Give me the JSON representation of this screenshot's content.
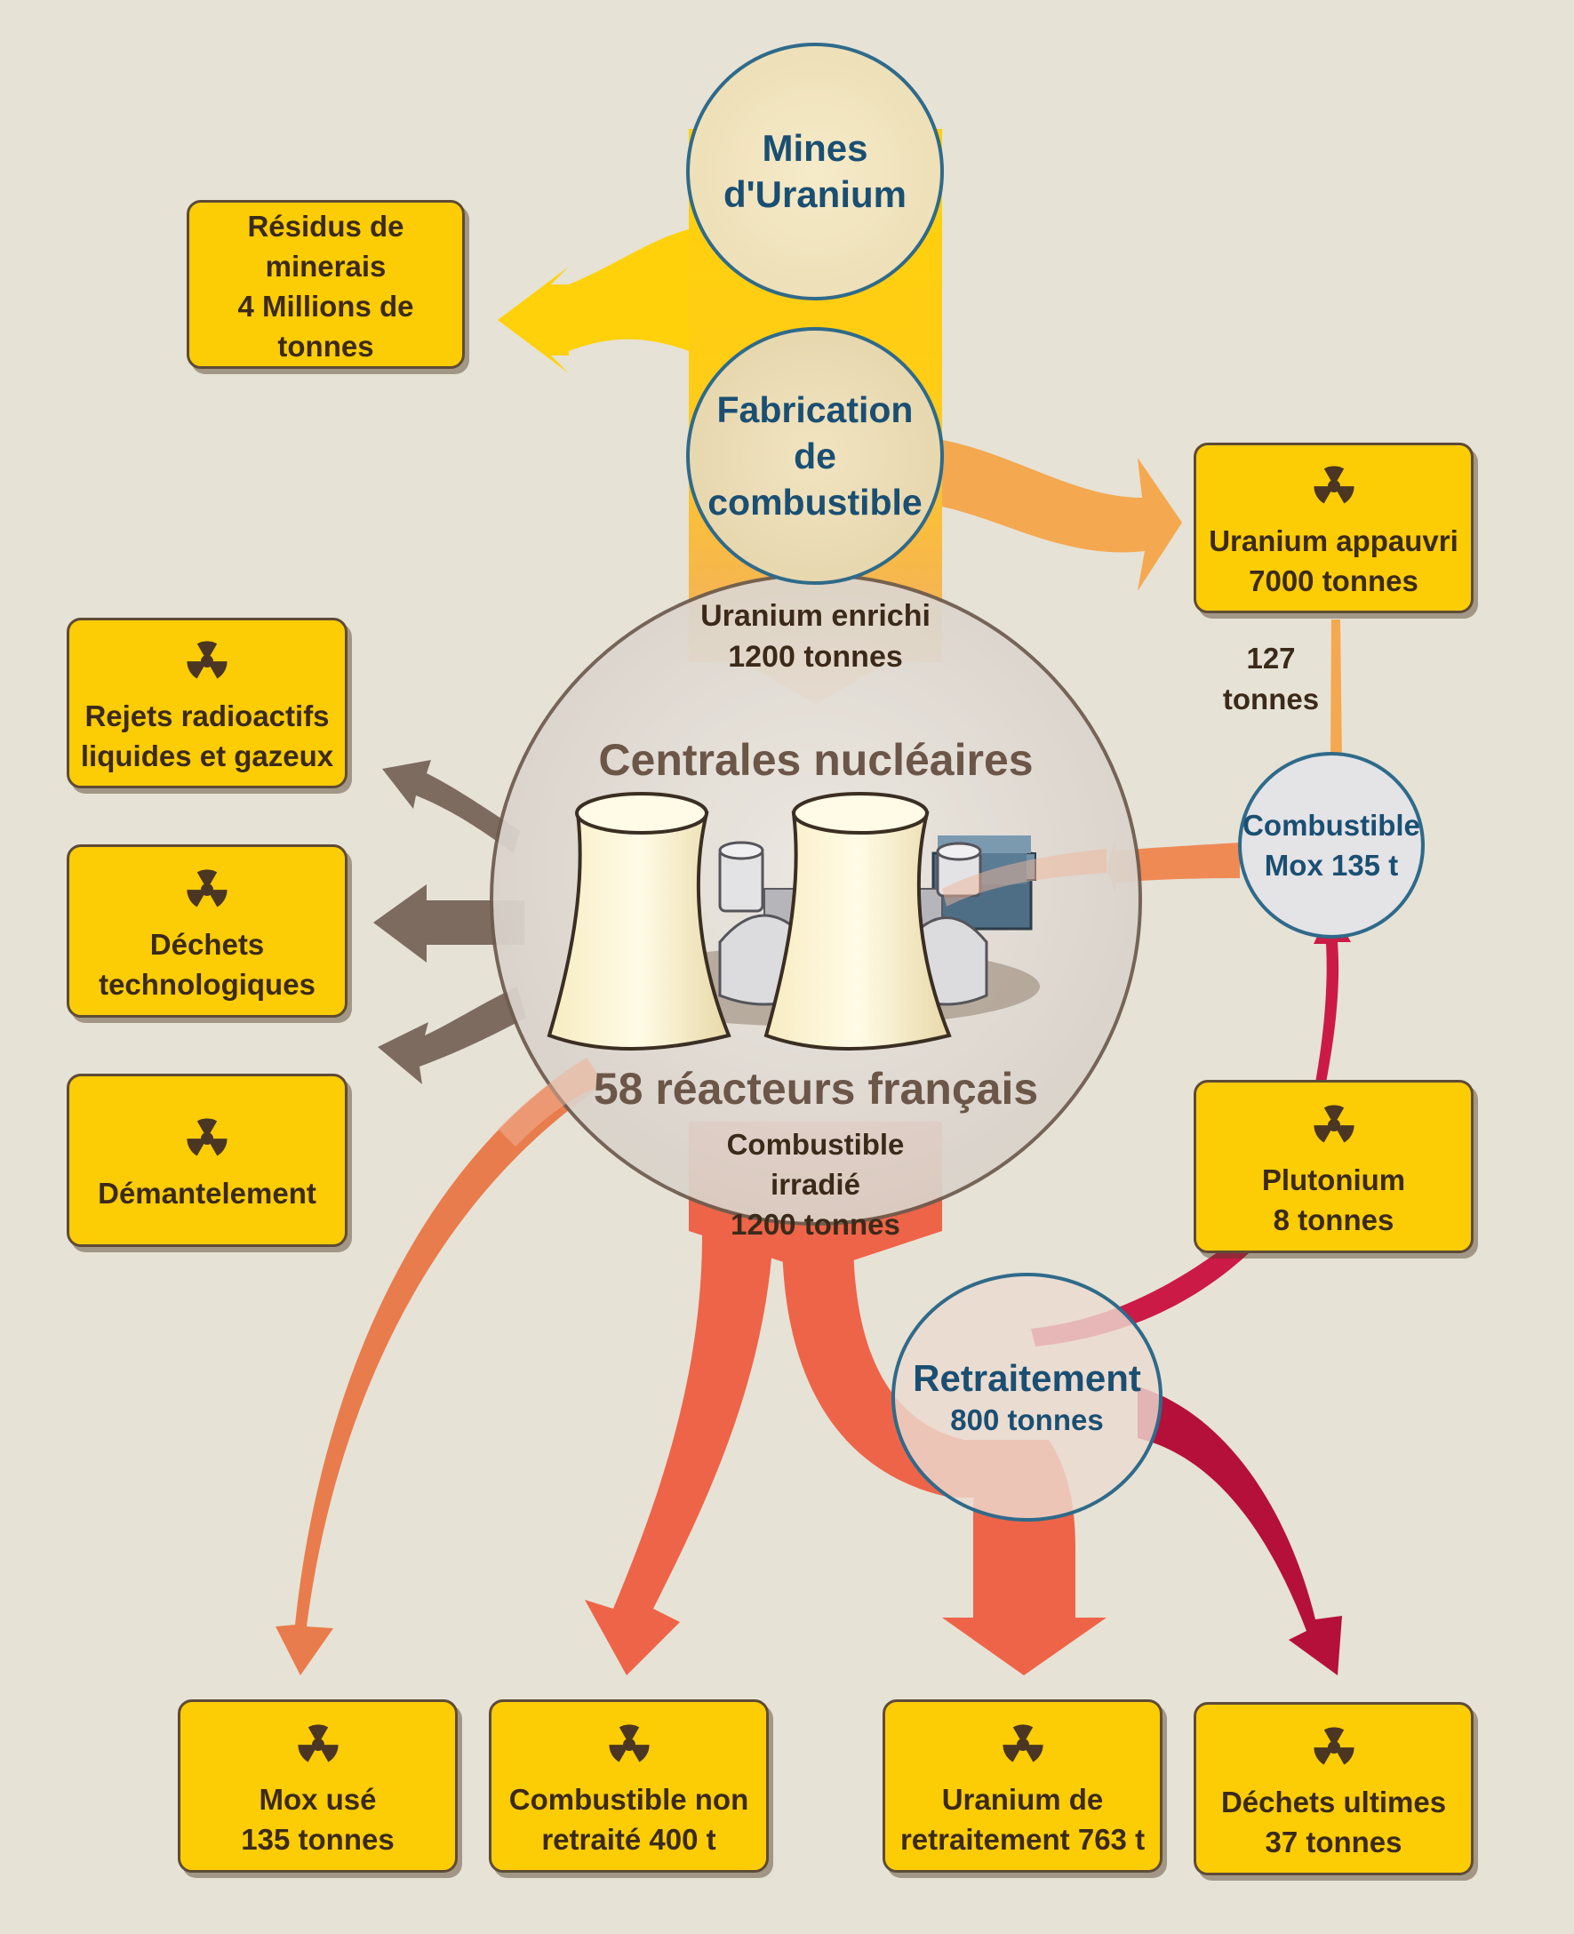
{
  "source": {
    "mines": "Mines\nd'Uranium",
    "fabrication": "Fabrication\nde\ncombustible"
  },
  "flows": {
    "enriched": "Uranium enrichi\n1200 tonnes",
    "irradiated": "Combustible\nirradié\n1200 tonnes",
    "depleted_to_mox": "127\ntonnes"
  },
  "plant": {
    "title": "Centrales nucléaires",
    "subtitle": "58 réacteurs français"
  },
  "mox": "Combustible\nMox 135 t",
  "reprocessing": {
    "title": "Retraitement",
    "amount": "800 tonnes"
  },
  "boxes": {
    "residues": "Résidus de minerais\n4 Millions de tonnes",
    "depleted": "Uranium appauvri\n7000 tonnes",
    "releases": "Rejets radioactifs\nliquides et gazeux",
    "tech_waste": "Déchets\ntechnologiques",
    "dismantling": "Démantelement",
    "plutonium": "Plutonium\n8 tonnes",
    "used_mox": "Mox usé\n135 tonnes",
    "unprocessed": "Combustible non\nretraité 400 t",
    "reprocessed_uranium": "Uranium de\nretraitement 763 t",
    "final_waste": "Déchets ultimes\n37 tonnes"
  },
  "colors": {
    "background": "#e6e2d6",
    "box": "#fccc05",
    "yellow_flow": "#ffd10a",
    "orange_flow": "#f4a850",
    "red_flow": "#ee6448",
    "crimson_flow": "#b5103a",
    "brown_flow": "#7d6b60",
    "circle_text": "#1a4f73"
  },
  "icons": {
    "radiation": "radiation-icon"
  }
}
